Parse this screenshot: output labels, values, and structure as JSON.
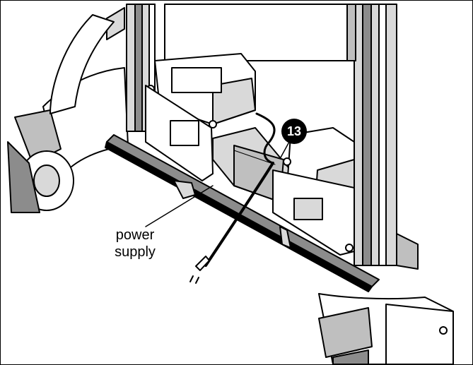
{
  "figure": {
    "callout_number": "13",
    "label_line_1": "power",
    "label_line_2": "supply"
  },
  "colors": {
    "line": "#000000",
    "panel_fill": "#ffffff",
    "shade_light": "#d9d9d9",
    "shade_mid": "#bfbfbf",
    "shade_dark": "#8c8c8c"
  }
}
